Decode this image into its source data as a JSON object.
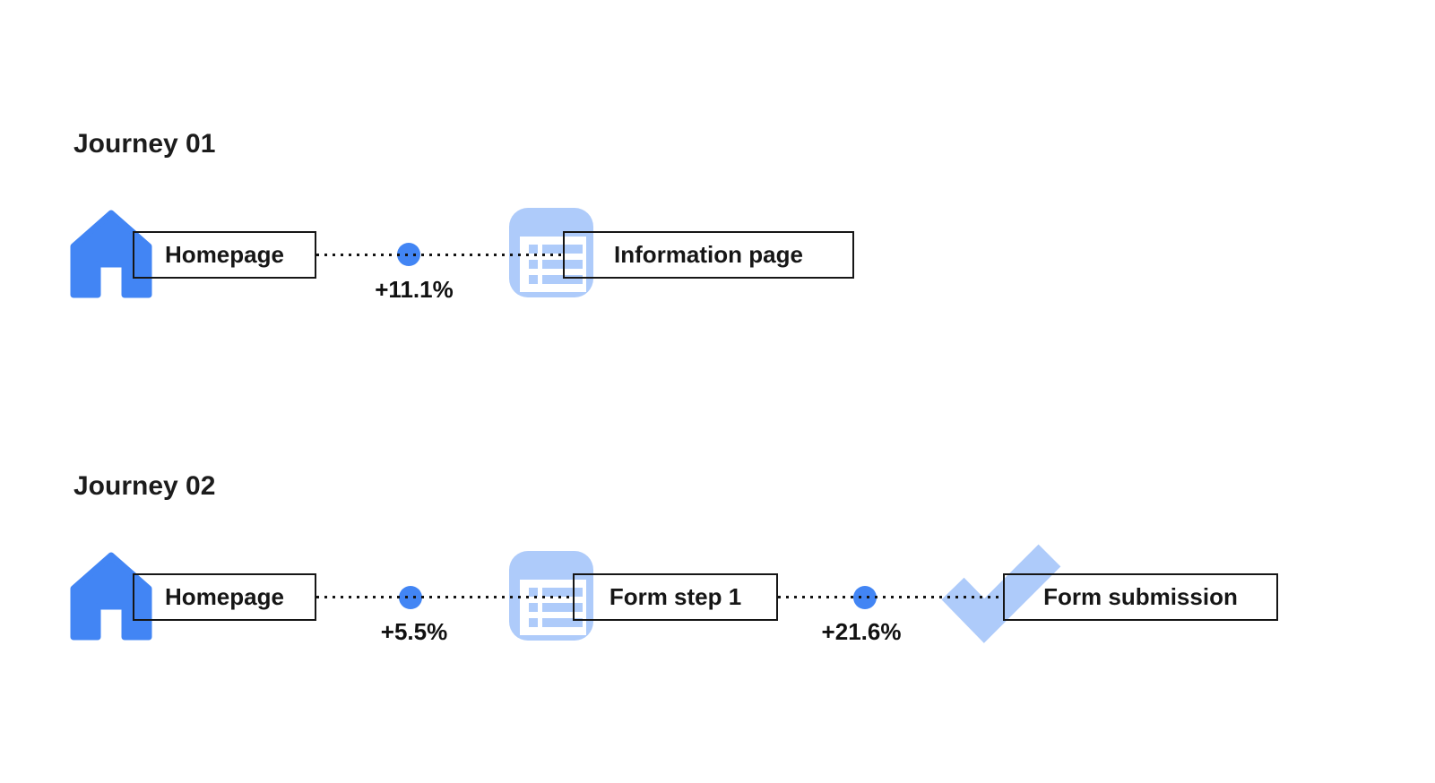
{
  "colors": {
    "primary_blue": "#4285F4",
    "light_blue": "#AECBFA",
    "line_black": "#141414"
  },
  "journeys": [
    {
      "title": "Journey 01",
      "steps": [
        {
          "label": "Homepage",
          "icon": "home-icon"
        },
        {
          "label": "Information page",
          "icon": "information-page-icon"
        }
      ],
      "transitions": [
        {
          "delta": "+11.1%"
        }
      ]
    },
    {
      "title": "Journey 02",
      "steps": [
        {
          "label": "Homepage",
          "icon": "home-icon"
        },
        {
          "label": "Form step 1",
          "icon": "form-page-icon"
        },
        {
          "label": "Form submission",
          "icon": "check-icon"
        }
      ],
      "transitions": [
        {
          "delta": "+5.5%"
        },
        {
          "delta": "+21.6%"
        }
      ]
    }
  ]
}
